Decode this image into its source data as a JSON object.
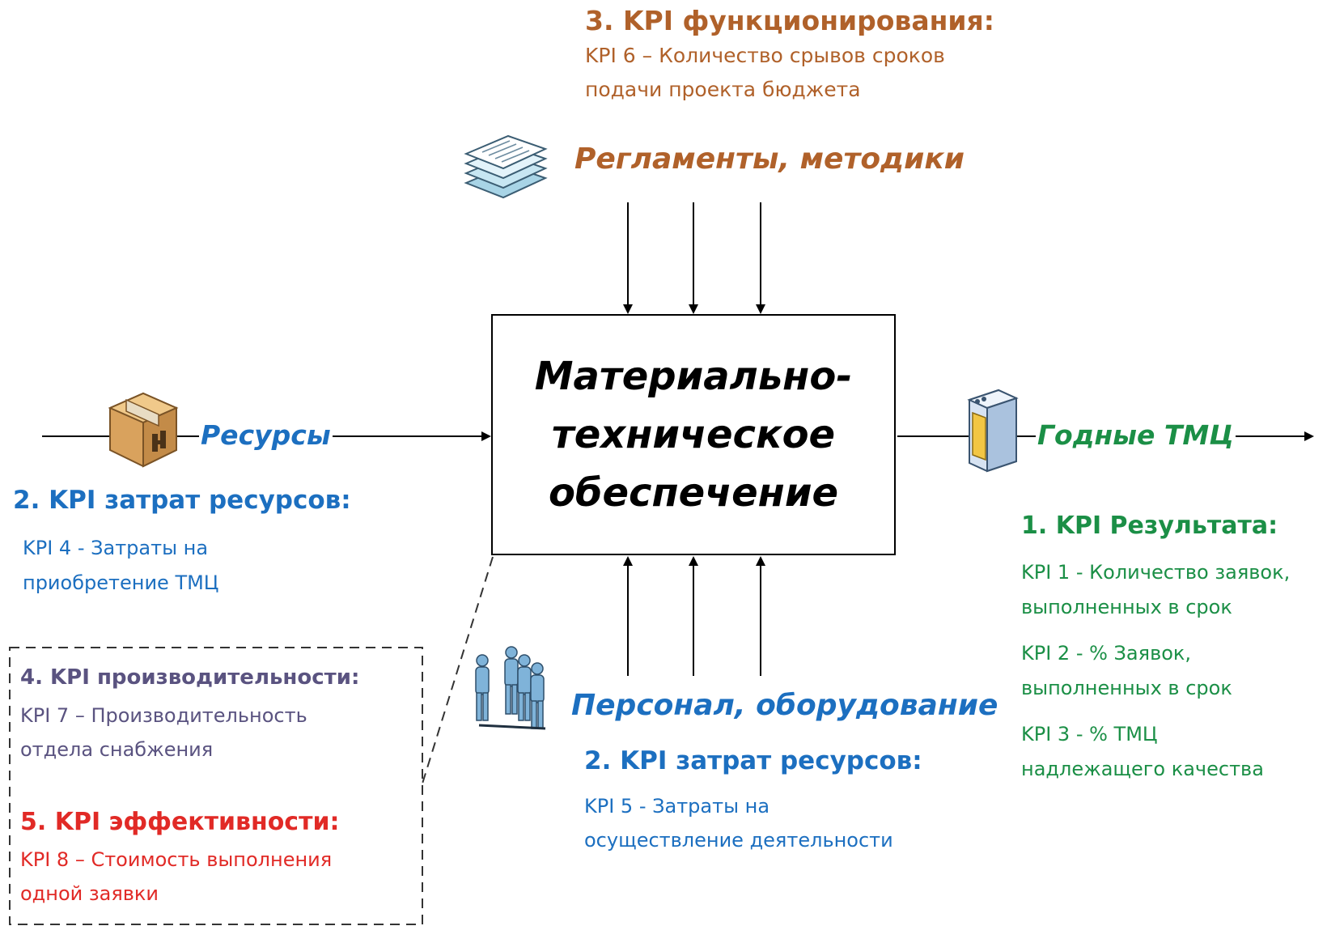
{
  "control": {
    "kpi_title": "3. KPI функционирования:",
    "kpi_lines": [
      "KPI 6 – Количество срывов сроков",
      "подачи проекта бюджета"
    ],
    "label": "Регламенты, методики",
    "icon": "documents-stack-icon"
  },
  "process": {
    "title_lines": [
      "Материально-",
      "техническое",
      "обеспечение"
    ]
  },
  "input": {
    "label": "Ресурсы",
    "icon": "box-icon",
    "kpi_title": "2. KPI затрат ресурсов:",
    "kpi_lines": [
      "KPI 4 - Затраты на",
      "приобретение ТМЦ"
    ]
  },
  "output": {
    "label": "Годные ТМЦ",
    "icon": "product-package-icon",
    "kpi_title": "1. KPI Результата:",
    "kpi_lines": [
      "KPI 1 - Количество заявок,",
      "выполненных в срок",
      "KPI 2 - % Заявок,",
      "выполненных в срок",
      "KPI 3  - % ТМЦ",
      "надлежащего качества"
    ]
  },
  "mechanism": {
    "label": "Персонал, оборудование",
    "icon": "people-group-icon",
    "kpi_title": "2. KPI затрат ресурсов:",
    "kpi_lines": [
      "KPI 5 - Затраты на",
      "осуществление деятельности"
    ]
  },
  "callout": {
    "productivity_title": "4. KPI производительности:",
    "productivity_lines": [
      "KPI 7 – Производительность",
      "отдела снабжения"
    ],
    "efficiency_title": "5. KPI эффективности:",
    "efficiency_lines": [
      "KPI 8 – Стоимость выполнения",
      "одной заявки"
    ]
  },
  "colors": {
    "control": "#b0612a",
    "resources": "#1c6fc0",
    "result": "#1b8f46",
    "productivity": "#5a5380",
    "efficiency": "#e12a26"
  }
}
